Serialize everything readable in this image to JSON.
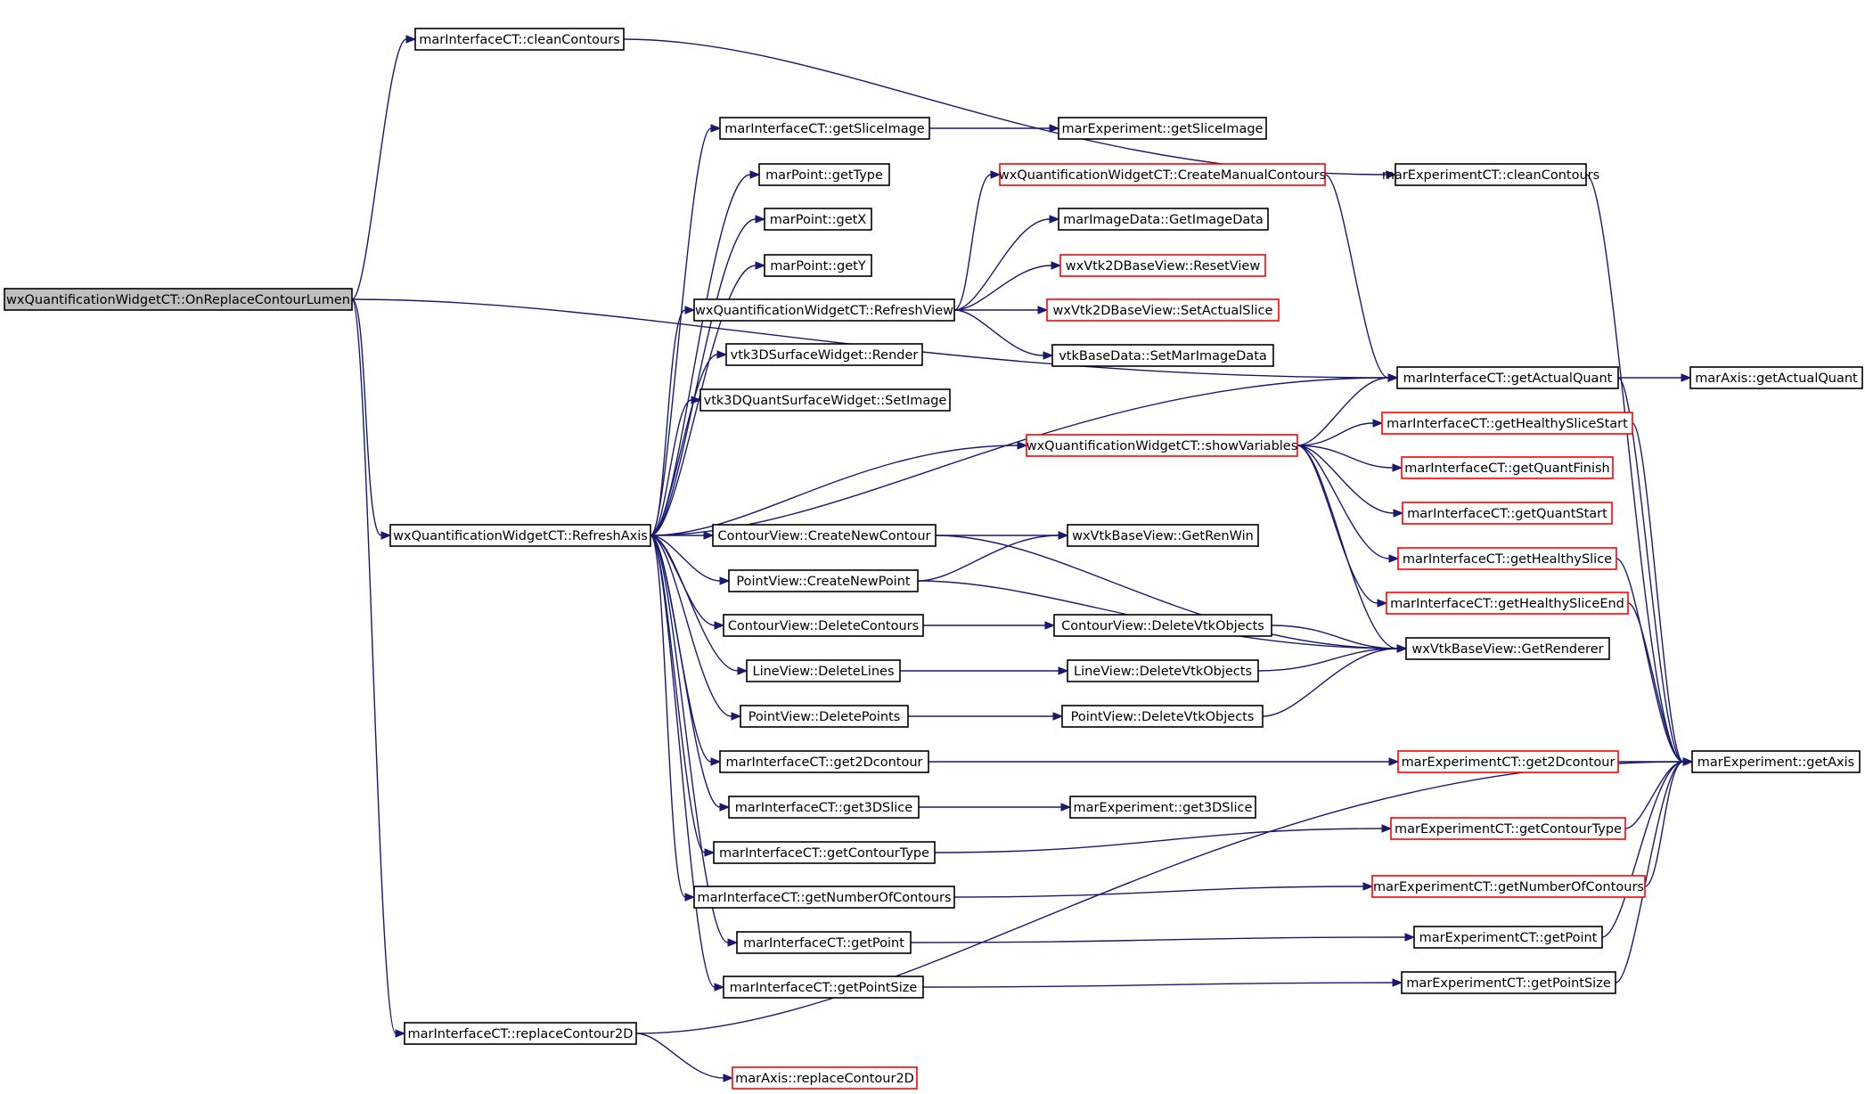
{
  "colors": {
    "edge": "#191970",
    "node_border": "#000000",
    "truncated_border": "#ff0000",
    "root_fill": "#bfbfbf",
    "node_fill": "#ffffff"
  },
  "nodes": [
    {
      "id": "n_root",
      "label": "wxQuantificationWidgetCT::OnReplaceContourLumen",
      "kind": "root"
    },
    {
      "id": "n_clean",
      "label": "marInterfaceCT::cleanContours",
      "kind": "normal"
    },
    {
      "id": "n_refreshaxis",
      "label": "wxQuantificationWidgetCT::RefreshAxis",
      "kind": "normal"
    },
    {
      "id": "n_replace2d",
      "label": "marInterfaceCT::replaceContour2D",
      "kind": "normal"
    },
    {
      "id": "n_getslice",
      "label": "marInterfaceCT::getSliceImage",
      "kind": "normal"
    },
    {
      "id": "n_gettype",
      "label": "marPoint::getType",
      "kind": "normal"
    },
    {
      "id": "n_getx",
      "label": "marPoint::getX",
      "kind": "normal"
    },
    {
      "id": "n_gety",
      "label": "marPoint::getY",
      "kind": "normal"
    },
    {
      "id": "n_refreshview",
      "label": "wxQuantificationWidgetCT::RefreshView",
      "kind": "normal"
    },
    {
      "id": "n_render",
      "label": "vtk3DSurfaceWidget::Render",
      "kind": "normal"
    },
    {
      "id": "n_setimage",
      "label": "vtk3DQuantSurfaceWidget::SetImage",
      "kind": "normal"
    },
    {
      "id": "n_createnewcontour",
      "label": "ContourView::CreateNewContour",
      "kind": "normal"
    },
    {
      "id": "n_createnewpoint",
      "label": "PointView::CreateNewPoint",
      "kind": "normal"
    },
    {
      "id": "n_deletecontours",
      "label": "ContourView::DeleteContours",
      "kind": "normal"
    },
    {
      "id": "n_deletelines",
      "label": "LineView::DeleteLines",
      "kind": "normal"
    },
    {
      "id": "n_deletepoints",
      "label": "PointView::DeletePoints",
      "kind": "normal"
    },
    {
      "id": "n_get2d",
      "label": "marInterfaceCT::get2Dcontour",
      "kind": "normal"
    },
    {
      "id": "n_get3d",
      "label": "marInterfaceCT::get3DSlice",
      "kind": "normal"
    },
    {
      "id": "n_getcontourtype",
      "label": "marInterfaceCT::getContourType",
      "kind": "normal"
    },
    {
      "id": "n_getnumcontours",
      "label": "marInterfaceCT::getNumberOfContours",
      "kind": "normal"
    },
    {
      "id": "n_getpoint",
      "label": "marInterfaceCT::getPoint",
      "kind": "normal"
    },
    {
      "id": "n_getpointsize",
      "label": "marInterfaceCT::getPointSize",
      "kind": "normal"
    },
    {
      "id": "n_axreplace",
      "label": "marAxis::replaceContour2D",
      "kind": "truncated"
    },
    {
      "id": "n_exp_getslice",
      "label": "marExperiment::getSliceImage",
      "kind": "normal"
    },
    {
      "id": "n_createmanual",
      "label": "wxQuantificationWidgetCT::CreateManualContours",
      "kind": "truncated"
    },
    {
      "id": "n_getimagedata",
      "label": "marImageData::GetImageData",
      "kind": "normal"
    },
    {
      "id": "n_resetview",
      "label": "wxVtk2DBaseView::ResetView",
      "kind": "truncated"
    },
    {
      "id": "n_setactualslice",
      "label": "wxVtk2DBaseView::SetActualSlice",
      "kind": "truncated"
    },
    {
      "id": "n_setmarimage",
      "label": "vtkBaseData::SetMarImageData",
      "kind": "normal"
    },
    {
      "id": "n_showvars",
      "label": "wxQuantificationWidgetCT::showVariables",
      "kind": "truncated"
    },
    {
      "id": "n_getrenwin",
      "label": "wxVtkBaseView::GetRenWin",
      "kind": "normal"
    },
    {
      "id": "n_cv_delvtk",
      "label": "ContourView::DeleteVtkObjects",
      "kind": "normal"
    },
    {
      "id": "n_lv_delvtk",
      "label": "LineView::DeleteVtkObjects",
      "kind": "normal"
    },
    {
      "id": "n_pv_delvtk",
      "label": "PointView::DeleteVtkObjects",
      "kind": "normal"
    },
    {
      "id": "n_exp_get3d",
      "label": "marExperiment::get3DSlice",
      "kind": "normal"
    },
    {
      "id": "n_expct_clean",
      "label": "marExperimentCT::cleanContours",
      "kind": "normal"
    },
    {
      "id": "n_getactualquant",
      "label": "marInterfaceCT::getActualQuant",
      "kind": "normal"
    },
    {
      "id": "n_healthystart",
      "label": "marInterfaceCT::getHealthySliceStart",
      "kind": "truncated"
    },
    {
      "id": "n_quantfinish",
      "label": "marInterfaceCT::getQuantFinish",
      "kind": "truncated"
    },
    {
      "id": "n_quantstart",
      "label": "marInterfaceCT::getQuantStart",
      "kind": "truncated"
    },
    {
      "id": "n_healthyslice",
      "label": "marInterfaceCT::getHealthySlice",
      "kind": "truncated"
    },
    {
      "id": "n_healthyend",
      "label": "marInterfaceCT::getHealthySliceEnd",
      "kind": "truncated"
    },
    {
      "id": "n_getrenderer",
      "label": "wxVtkBaseView::GetRenderer",
      "kind": "normal"
    },
    {
      "id": "n_expct_get2d",
      "label": "marExperimentCT::get2Dcontour",
      "kind": "truncated"
    },
    {
      "id": "n_expct_gettype",
      "label": "marExperimentCT::getContourType",
      "kind": "truncated"
    },
    {
      "id": "n_expct_getnum",
      "label": "marExperimentCT::getNumberOfContours",
      "kind": "truncated"
    },
    {
      "id": "n_expct_getpoint",
      "label": "marExperimentCT::getPoint",
      "kind": "normal"
    },
    {
      "id": "n_expct_getpointsize",
      "label": "marExperimentCT::getPointSize",
      "kind": "normal"
    },
    {
      "id": "n_axis_getactualquant",
      "label": "marAxis::getActualQuant",
      "kind": "normal"
    },
    {
      "id": "n_exp_getaxis",
      "label": "marExperiment::getAxis",
      "kind": "normal"
    }
  ],
  "edges": [
    [
      "n_root",
      "n_clean"
    ],
    [
      "n_root",
      "n_getactualquant"
    ],
    [
      "n_root",
      "n_refreshaxis"
    ],
    [
      "n_root",
      "n_replace2d"
    ],
    [
      "n_clean",
      "n_expct_clean"
    ],
    [
      "n_refreshaxis",
      "n_getslice"
    ],
    [
      "n_refreshaxis",
      "n_gettype"
    ],
    [
      "n_refreshaxis",
      "n_getx"
    ],
    [
      "n_refreshaxis",
      "n_gety"
    ],
    [
      "n_refreshaxis",
      "n_refreshview"
    ],
    [
      "n_refreshaxis",
      "n_render"
    ],
    [
      "n_refreshaxis",
      "n_setimage"
    ],
    [
      "n_refreshaxis",
      "n_getactualquant"
    ],
    [
      "n_refreshaxis",
      "n_showvars"
    ],
    [
      "n_refreshaxis",
      "n_createnewcontour"
    ],
    [
      "n_refreshaxis",
      "n_createnewpoint"
    ],
    [
      "n_refreshaxis",
      "n_deletecontours"
    ],
    [
      "n_refreshaxis",
      "n_deletelines"
    ],
    [
      "n_refreshaxis",
      "n_deletepoints"
    ],
    [
      "n_refreshaxis",
      "n_get2d"
    ],
    [
      "n_refreshaxis",
      "n_get3d"
    ],
    [
      "n_refreshaxis",
      "n_getcontourtype"
    ],
    [
      "n_refreshaxis",
      "n_getnumcontours"
    ],
    [
      "n_refreshaxis",
      "n_getpoint"
    ],
    [
      "n_refreshaxis",
      "n_getpointsize"
    ],
    [
      "n_getslice",
      "n_exp_getslice"
    ],
    [
      "n_refreshview",
      "n_createmanual"
    ],
    [
      "n_refreshview",
      "n_getimagedata"
    ],
    [
      "n_refreshview",
      "n_resetview"
    ],
    [
      "n_refreshview",
      "n_setactualslice"
    ],
    [
      "n_refreshview",
      "n_setmarimage"
    ],
    [
      "n_createmanual",
      "n_getactualquant"
    ],
    [
      "n_showvars",
      "n_getactualquant"
    ],
    [
      "n_showvars",
      "n_healthystart"
    ],
    [
      "n_showvars",
      "n_quantfinish"
    ],
    [
      "n_showvars",
      "n_quantstart"
    ],
    [
      "n_showvars",
      "n_healthyslice"
    ],
    [
      "n_showvars",
      "n_healthyend"
    ],
    [
      "n_showvars",
      "n_getrenderer"
    ],
    [
      "n_createnewcontour",
      "n_getrenwin"
    ],
    [
      "n_createnewcontour",
      "n_getrenderer"
    ],
    [
      "n_createnewpoint",
      "n_getrenwin"
    ],
    [
      "n_createnewpoint",
      "n_getrenderer"
    ],
    [
      "n_deletecontours",
      "n_cv_delvtk"
    ],
    [
      "n_deletelines",
      "n_lv_delvtk"
    ],
    [
      "n_deletepoints",
      "n_pv_delvtk"
    ],
    [
      "n_cv_delvtk",
      "n_getrenderer"
    ],
    [
      "n_lv_delvtk",
      "n_getrenderer"
    ],
    [
      "n_pv_delvtk",
      "n_getrenderer"
    ],
    [
      "n_get2d",
      "n_expct_get2d"
    ],
    [
      "n_get3d",
      "n_exp_get3d"
    ],
    [
      "n_getcontourtype",
      "n_expct_gettype"
    ],
    [
      "n_getnumcontours",
      "n_expct_getnum"
    ],
    [
      "n_getpoint",
      "n_expct_getpoint"
    ],
    [
      "n_getpointsize",
      "n_expct_getpointsize"
    ],
    [
      "n_replace2d",
      "n_axreplace"
    ],
    [
      "n_replace2d",
      "n_exp_getaxis"
    ],
    [
      "n_getactualquant",
      "n_axis_getactualquant"
    ],
    [
      "n_getactualquant",
      "n_exp_getaxis"
    ],
    [
      "n_expct_clean",
      "n_exp_getaxis"
    ],
    [
      "n_healthystart",
      "n_exp_getaxis"
    ],
    [
      "n_healthyslice",
      "n_exp_getaxis"
    ],
    [
      "n_healthyend",
      "n_exp_getaxis"
    ],
    [
      "n_expct_get2d",
      "n_exp_getaxis"
    ],
    [
      "n_expct_gettype",
      "n_exp_getaxis"
    ],
    [
      "n_expct_getnum",
      "n_exp_getaxis"
    ],
    [
      "n_expct_getpoint",
      "n_exp_getaxis"
    ],
    [
      "n_expct_getpointsize",
      "n_exp_getaxis"
    ]
  ]
}
